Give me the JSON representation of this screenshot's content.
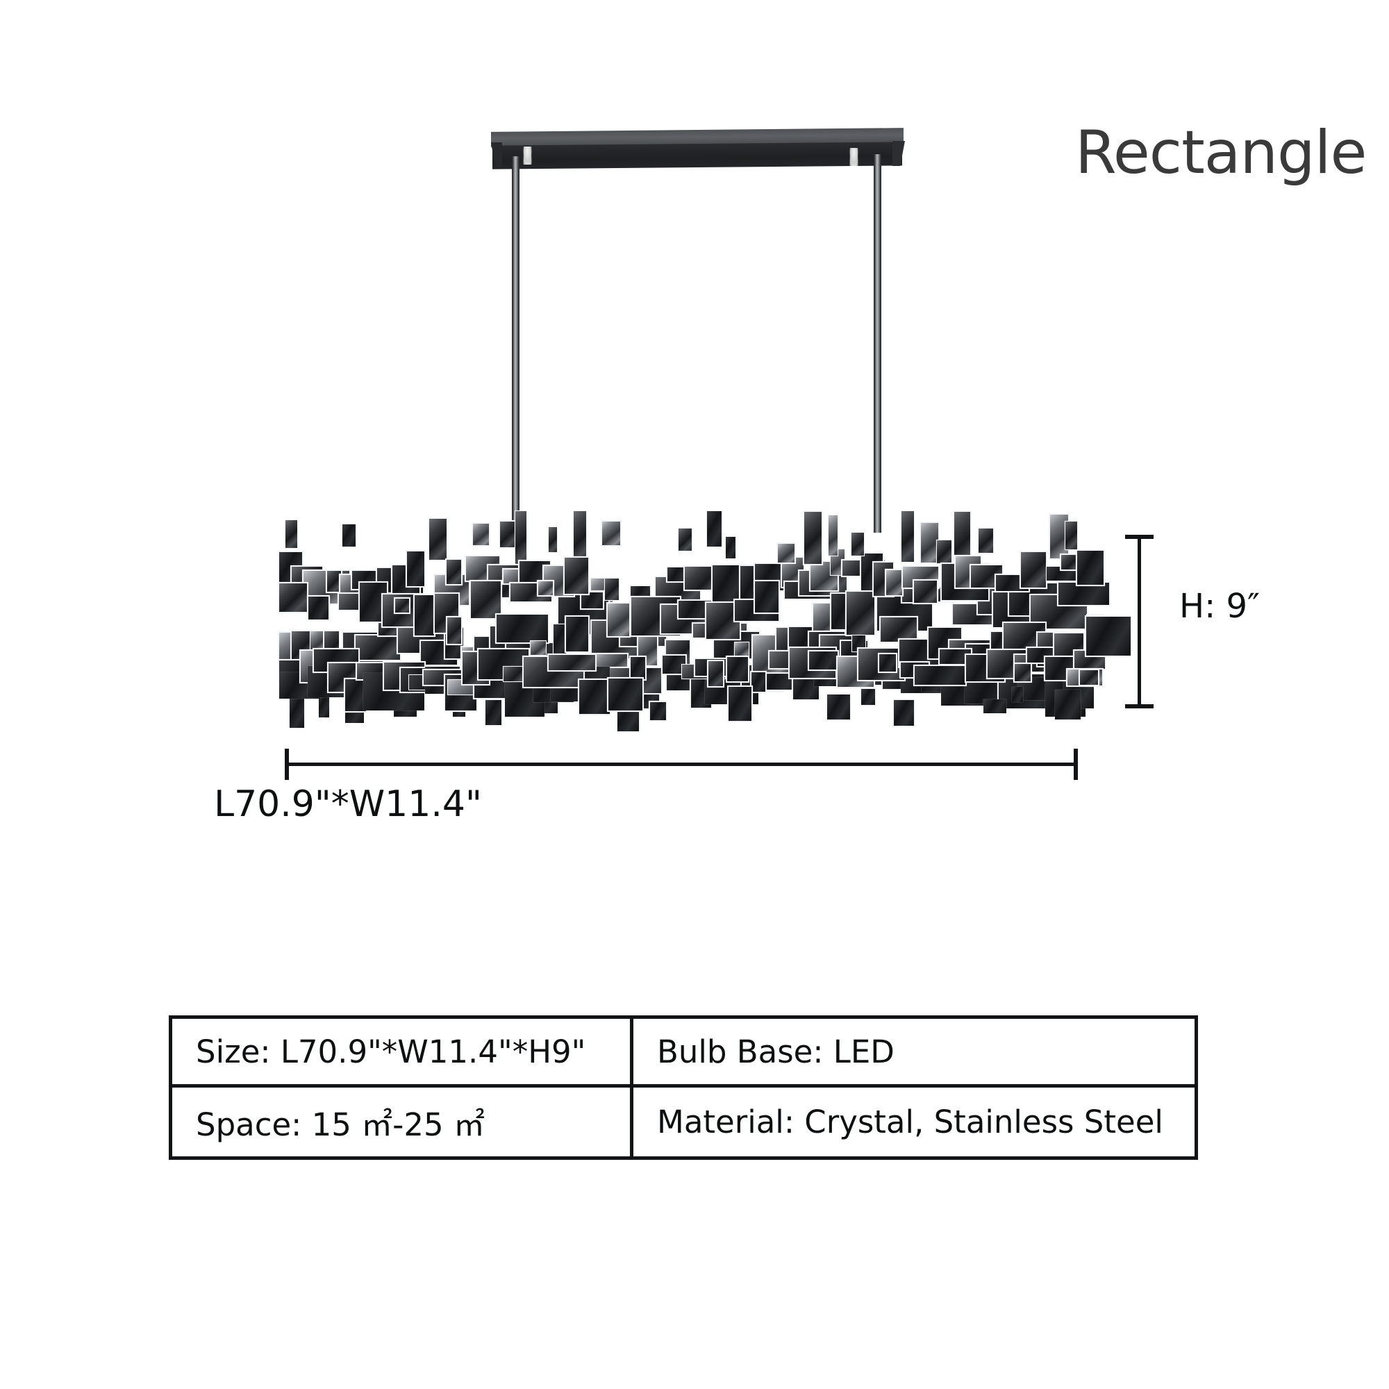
{
  "title": "Rectangle",
  "product": {
    "type": "rectangular crystal chandelier",
    "canopy_color": "#26282b",
    "crystal_color": "#2b2e31",
    "accent_edge_color": "#f3f4f5"
  },
  "dimensions": {
    "height_label": "H: 9″",
    "width_label": "L70.9\"*W11.4\"",
    "line_color": "#111315"
  },
  "spec_table": {
    "rows": [
      {
        "left": "Size:  L70.9\"*W11.4\"*H9\"",
        "right": "Bulb Base: LED"
      },
      {
        "left": "Space: 15 ㎡-25 ㎡",
        "right": "Material: Crystal, Stainless Steel"
      }
    ],
    "border_color": "#111315"
  }
}
